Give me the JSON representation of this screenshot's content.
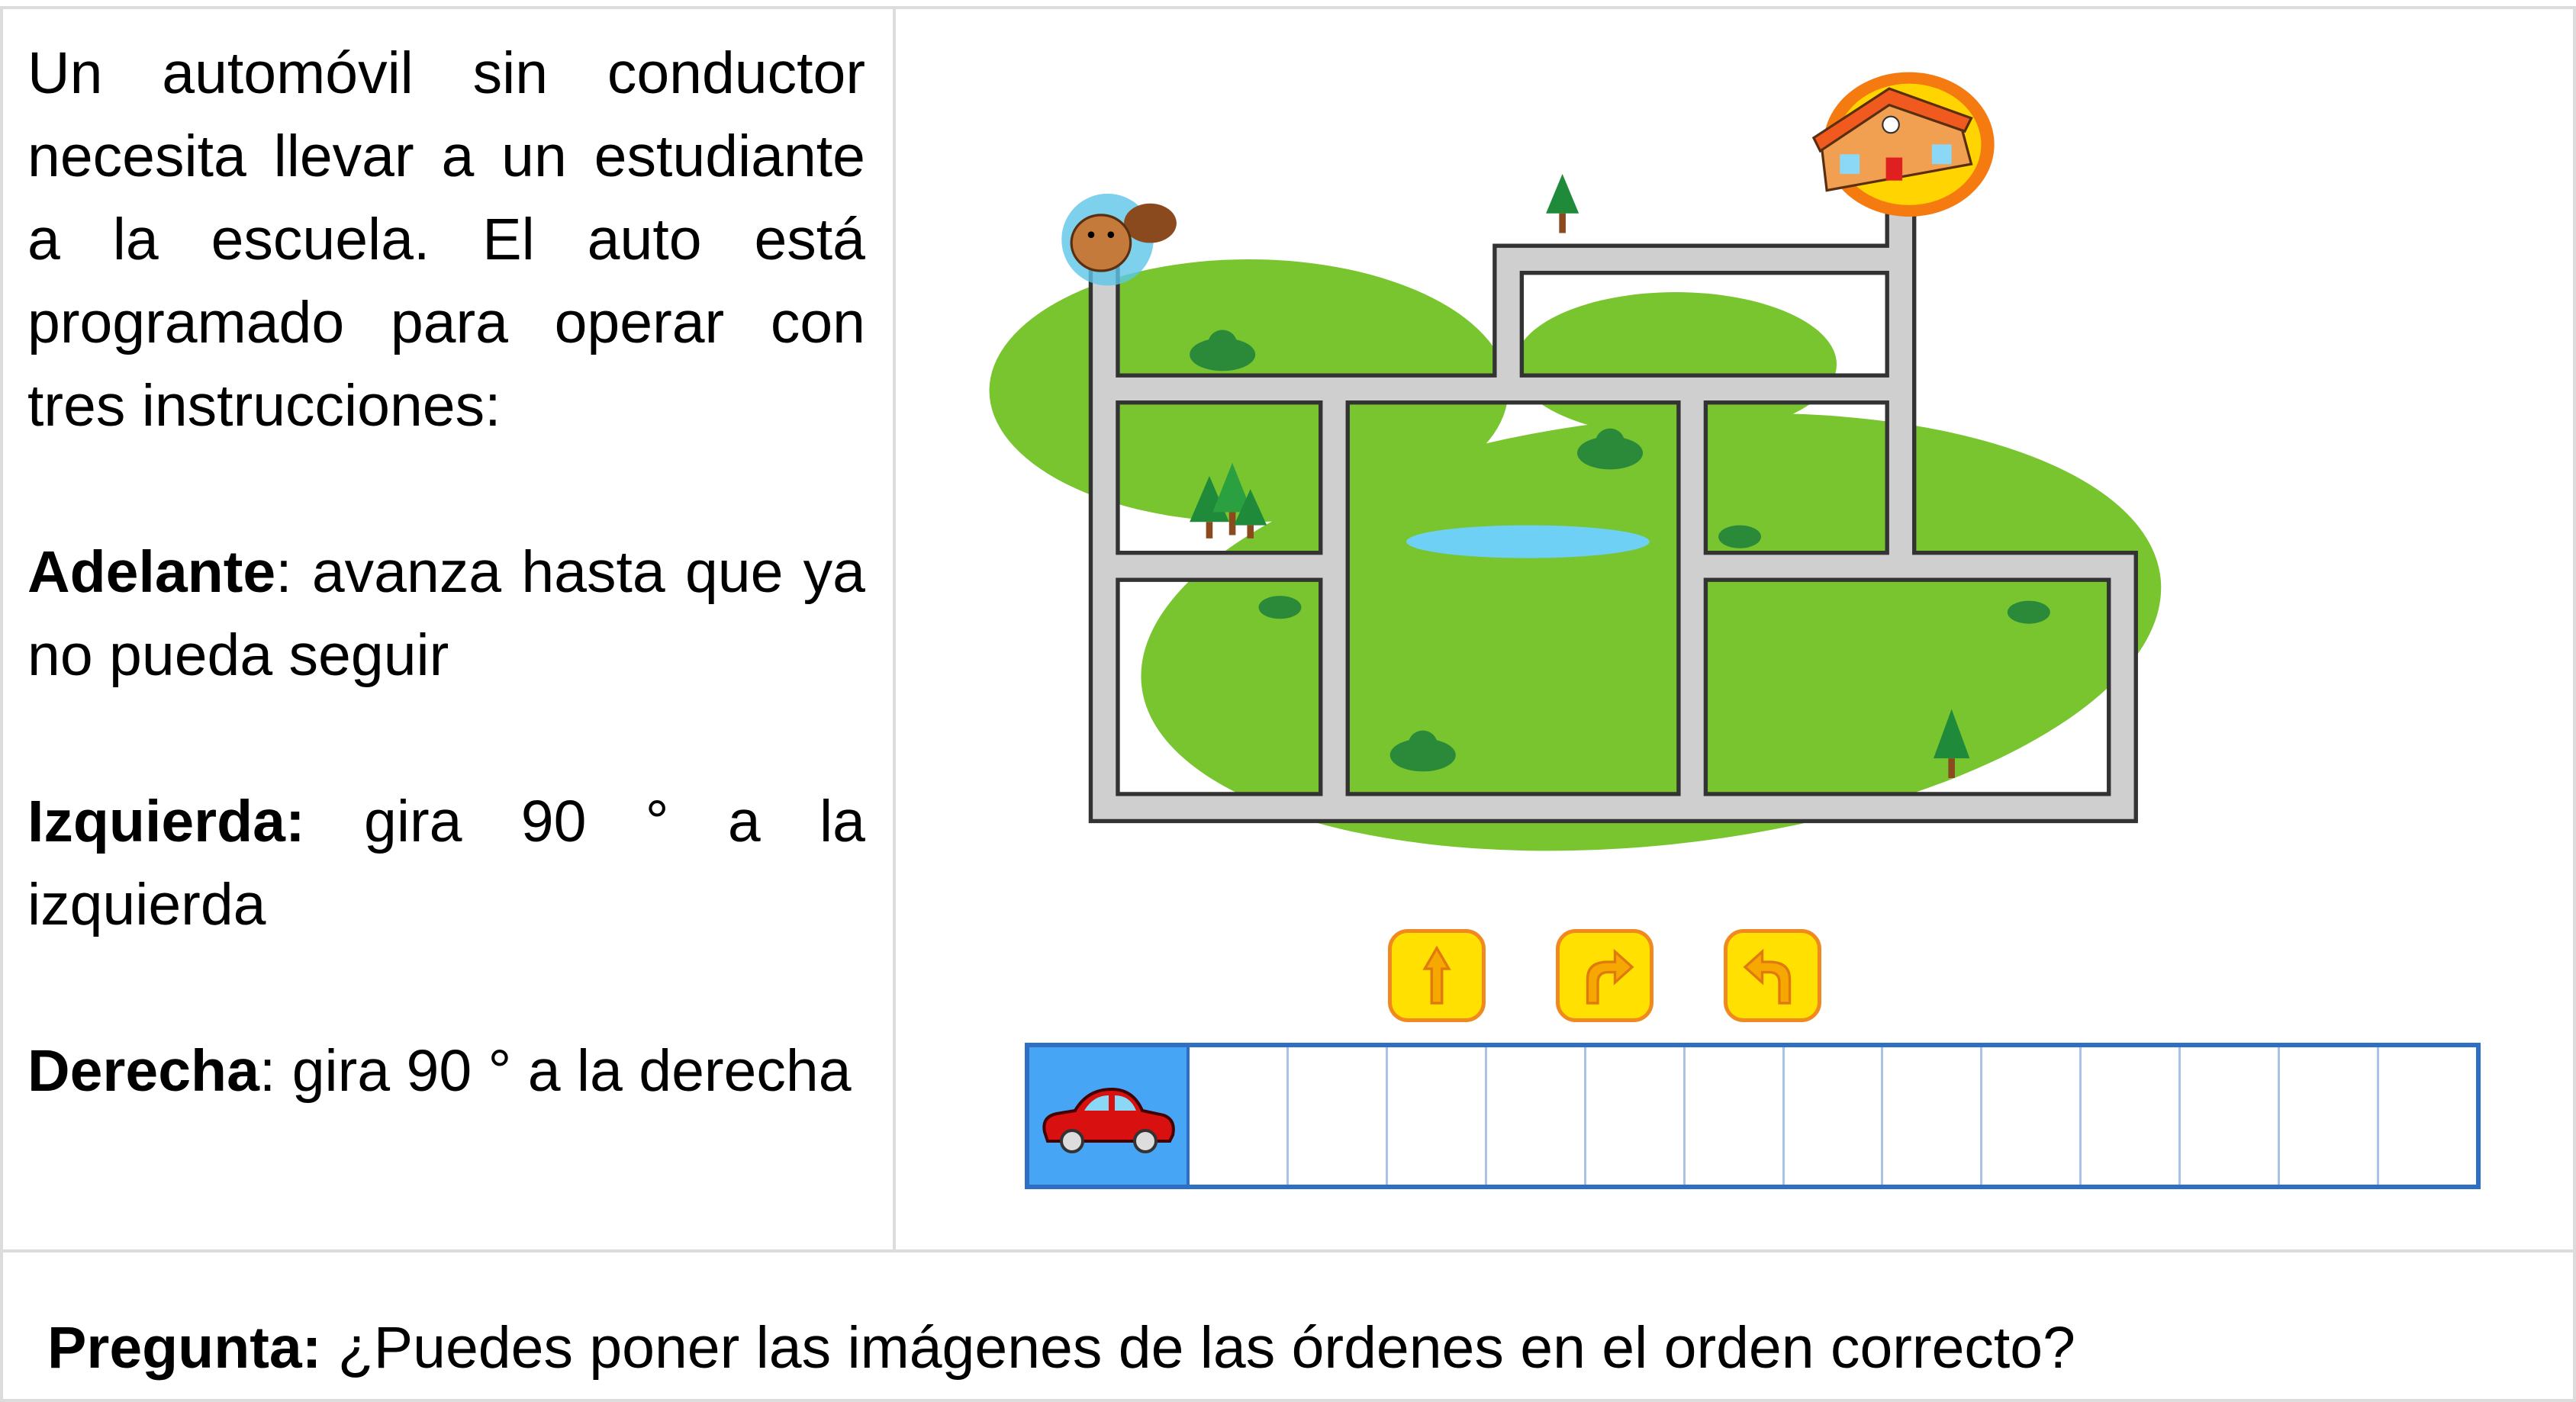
{
  "description": {
    "intro": "Un automóvil sin conductor necesita llevar a un estudiante a la escuela. El auto está programado para operar con tres instrucciones:",
    "instructions": [
      {
        "name": "Adelante",
        "sep": ": ",
        "text": "avanza hasta que ya no pueda seguir"
      },
      {
        "name": "Izquierda:",
        "sep": " ",
        "text": "gira 90 ° a la izquierda"
      },
      {
        "name": "Derecha",
        "sep": ": ",
        "text": "gira 90 ° a la derecha"
      }
    ]
  },
  "commands": [
    {
      "icon": "forward-arrow-icon"
    },
    {
      "icon": "turn-right-arrow-icon"
    },
    {
      "icon": "turn-left-arrow-icon"
    }
  ],
  "program": {
    "start_icon": "car-icon",
    "slots": 13
  },
  "question": {
    "label": "Pregunta:",
    "text": " ¿Puedes poner las imágenes de las órdenes en el orden correcto?"
  },
  "colors": {
    "grass": "#78c530",
    "road": "#cfcfcf",
    "button": "#ffe000",
    "button_border": "#f08a1e",
    "strip_border": "#2e6fc4",
    "start_cell": "#46a5f5"
  }
}
